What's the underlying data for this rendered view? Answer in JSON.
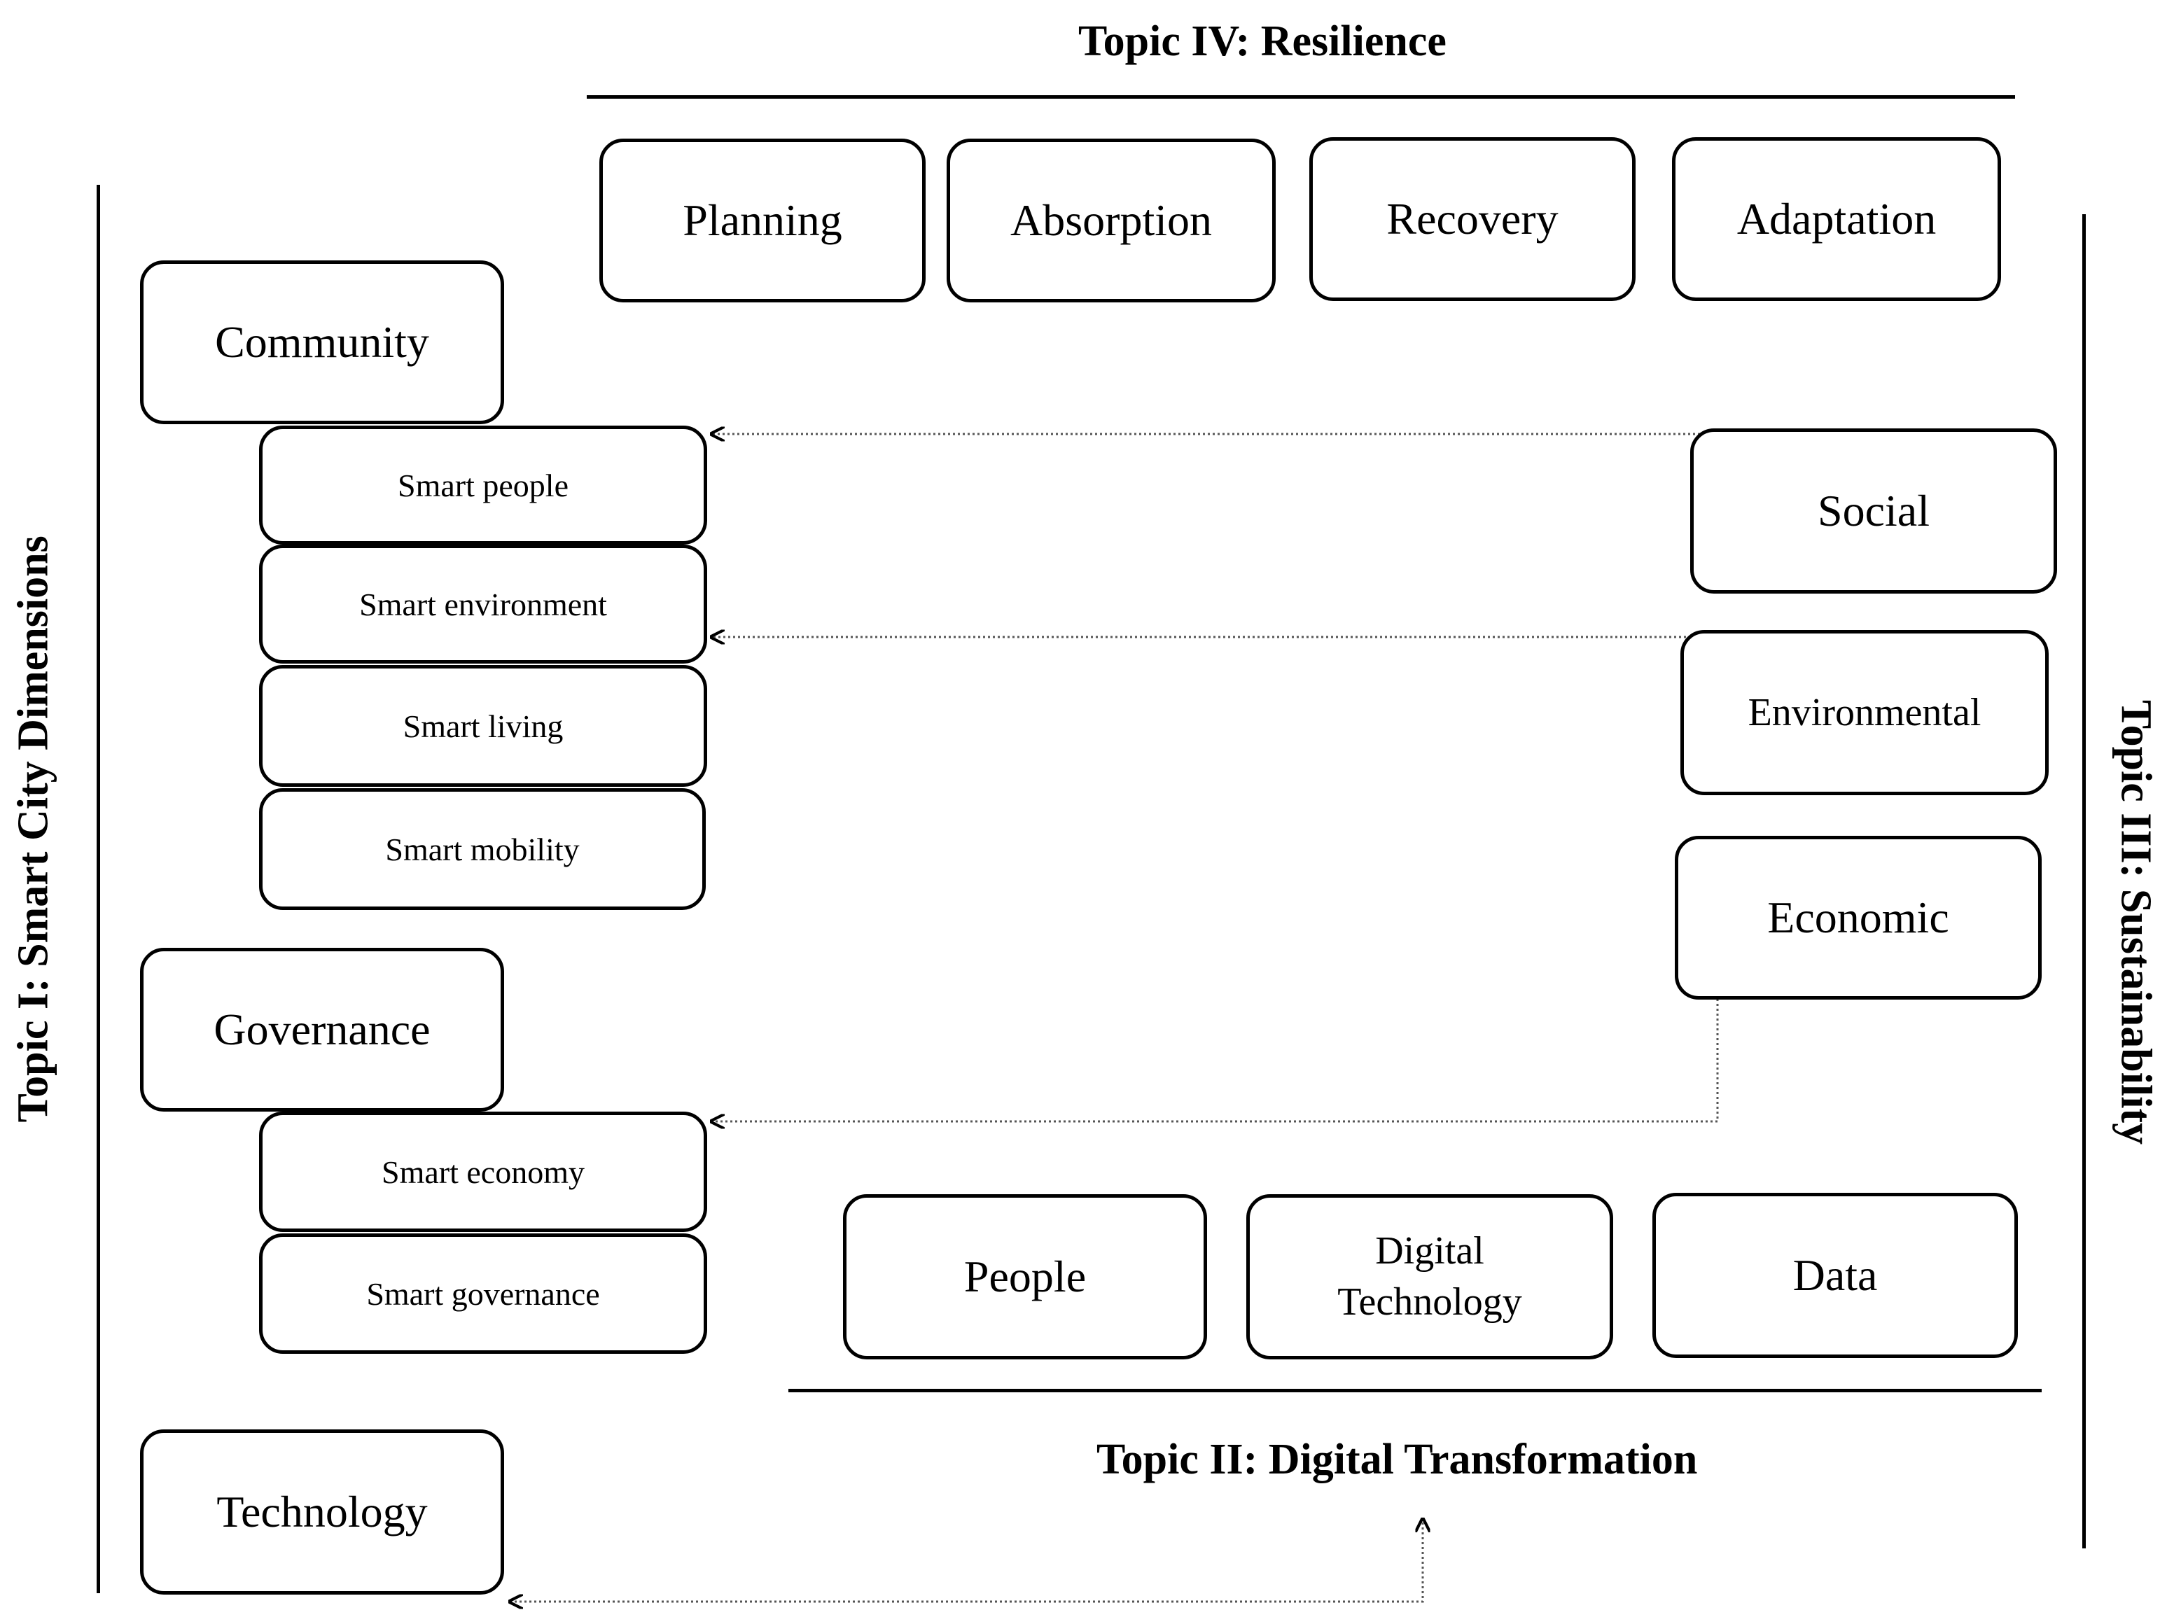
{
  "topics": {
    "resilience": "Topic IV: Resilience",
    "smart_city": "Topic I: Smart City Dimensions",
    "sustainability": "Topic III: Sustainability",
    "digital_transformation": "Topic II: Digital Transformation"
  },
  "resilience": [
    "Planning",
    "Absorption",
    "Recovery",
    "Adaptation"
  ],
  "smart_city": {
    "community": "Community",
    "community_items": [
      "Smart people",
      "Smart environment",
      "Smart living",
      "Smart mobility"
    ],
    "governance": "Governance",
    "governance_items": [
      "Smart economy",
      "Smart governance"
    ],
    "technology": "Technology"
  },
  "sustainability": [
    "Social",
    "Environmental",
    "Economic"
  ],
  "digital_transformation": {
    "people": "People",
    "digital_technology_line1": "Digital",
    "digital_technology_line2": "Technology",
    "data": "Data"
  }
}
